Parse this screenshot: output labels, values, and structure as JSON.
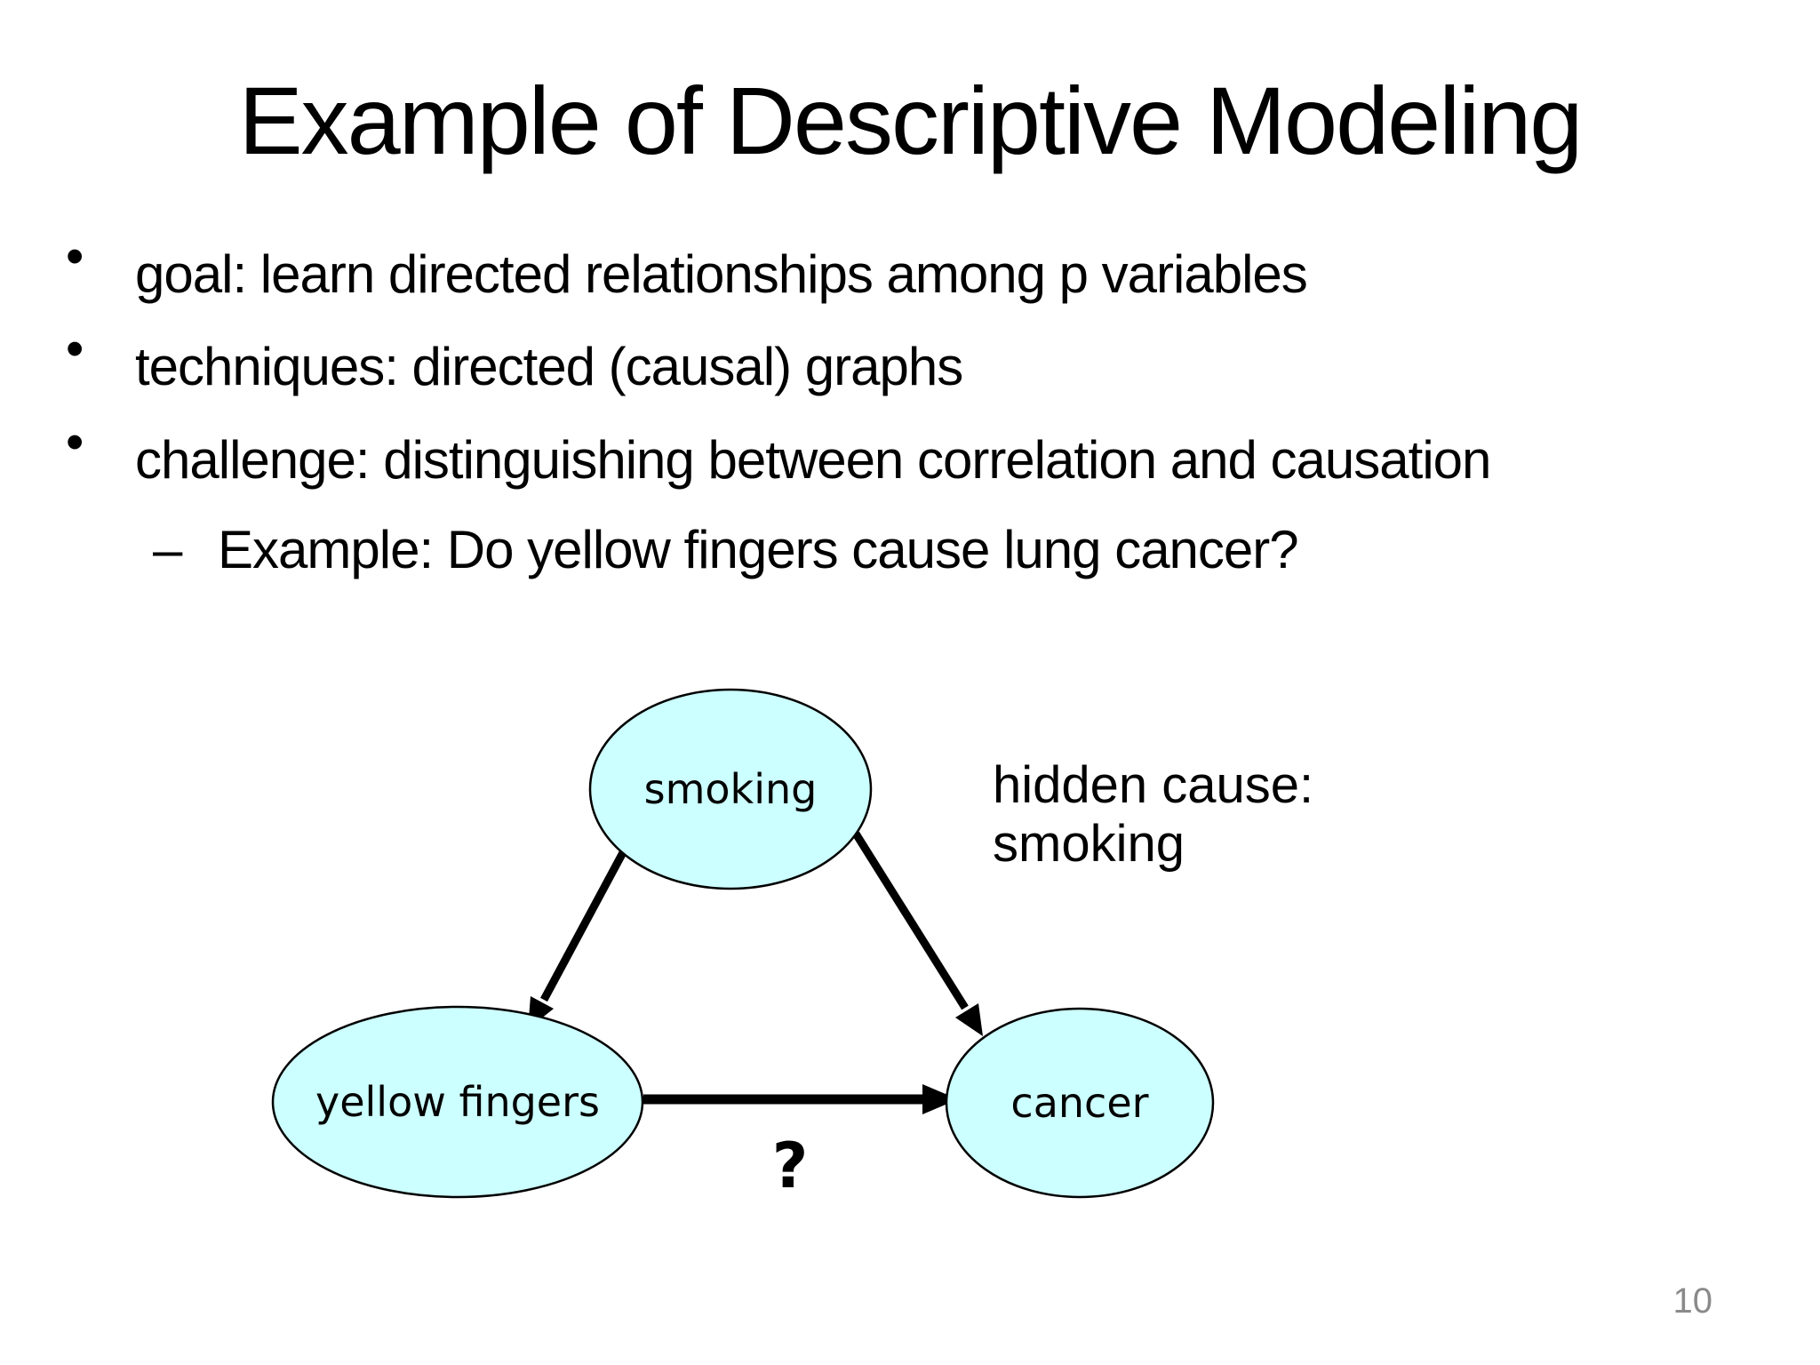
{
  "slide": {
    "title": "Example of Descriptive Modeling",
    "bullet_marker": "•",
    "sub_bullet_marker": "–",
    "bullets": [
      {
        "text": "goal: learn directed relationships among p variables"
      },
      {
        "text": "techniques: directed (causal) graphs"
      },
      {
        "text": "challenge: distinguishing between correlation and causation"
      }
    ],
    "sub_bullet": {
      "text": "Example:  Do yellow fingers cause lung cancer?"
    },
    "page_number": "10"
  },
  "diagram": {
    "node_fill_color": "#CCFFFF",
    "node_stroke_color": "#000000",
    "arrow_color": "#000000",
    "nodes": {
      "smoking": {
        "label": "smoking"
      },
      "yellow_fingers": {
        "label": "yellow fingers"
      },
      "cancer": {
        "label": "cancer"
      }
    },
    "edges": [
      {
        "from": "smoking",
        "to": "yellow fingers",
        "label": ""
      },
      {
        "from": "smoking",
        "to": "cancer",
        "label": ""
      },
      {
        "from": "yellow fingers",
        "to": "cancer",
        "label": "?"
      }
    ],
    "annotation": {
      "line1": "hidden cause:",
      "line2": "smoking"
    }
  }
}
